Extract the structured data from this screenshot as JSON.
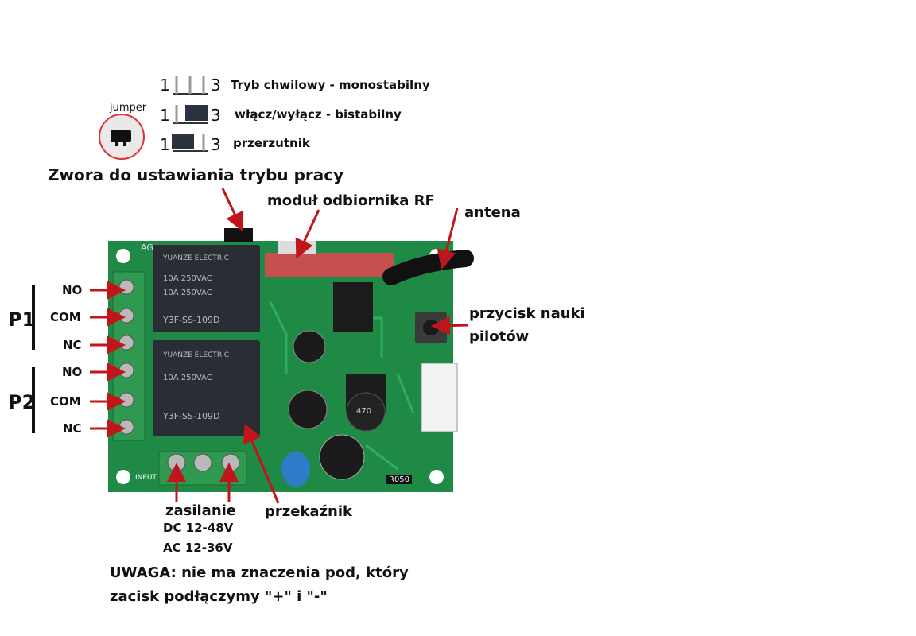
{
  "jumper": {
    "label": "jumper",
    "modes": [
      {
        "pin_left": "1",
        "pin_right": "3",
        "desc": "Tryb chwilowy - monostabilny"
      },
      {
        "pin_left": "1",
        "pin_right": "3",
        "desc": "włącz/wyłącz - bistabilny"
      },
      {
        "pin_left": "1",
        "pin_right": "3",
        "desc": "przerzutnik"
      }
    ]
  },
  "labels": {
    "jumper_mode": "Zwora do ustawiania trybu pracy",
    "rf_module": "moduł odbiornika RF",
    "antenna": "antena",
    "learn_button_line1": "przycisk nauki",
    "learn_button_line2": "pilotów",
    "relay": "przekaźnik",
    "power": "zasilanie",
    "dc": "DC 12-48V",
    "ac": "AC 12-36V",
    "warning_line1": "UWAGA: nie ma znaczenia pod, który",
    "warning_line2": "zacisk podłączymy \"+\" i \"-\""
  },
  "terminals": {
    "p1": {
      "name": "P1",
      "pins": [
        "NO",
        "COM",
        "NC"
      ]
    },
    "p2": {
      "name": "P2",
      "pins": [
        "NO",
        "COM",
        "NC"
      ]
    }
  },
  "board_text": {
    "relay_brand": "YUANZE ELECTRIC",
    "relay_rating1": "10A 250VAC",
    "relay_rating2": "10A 250VAC",
    "relay_rating3": "10A 250VAC",
    "relay_model": "Y3F-SS-109D",
    "input_label": "INPUT",
    "inductor": "470",
    "resistor": "R050",
    "corner_label": "AG"
  },
  "colors": {
    "pcb": "#1f8a45",
    "pcb_dark": "#166b34",
    "relay": "#2a2d33",
    "terminal": "#2f9a4f",
    "arrow": "#c0151a"
  }
}
